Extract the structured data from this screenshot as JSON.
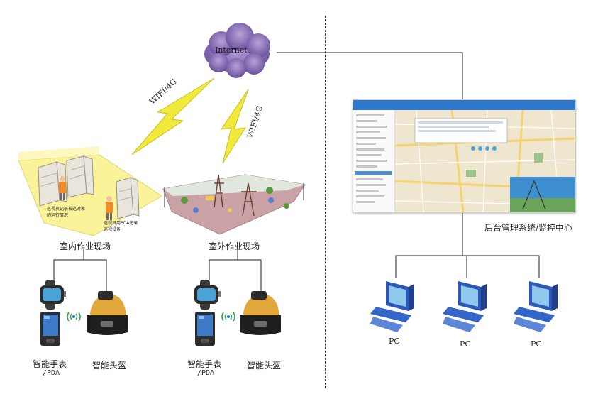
{
  "cloud": {
    "label": "Internet"
  },
  "links": {
    "left_wifi": "WIFI/4G",
    "right_wifi": "WIFI/4G"
  },
  "indoor": {
    "title": "室内作业现场",
    "note1": "巡视员记录被巡对象的运行情况",
    "note2": "巡视员用PDA记录巡视设备"
  },
  "outdoor": {
    "title": "室外作业现场"
  },
  "devices_left": {
    "watch_label": "智能手表",
    "watch_sub": "/PDA",
    "helmet_label": "智能头盔"
  },
  "devices_right": {
    "watch_label": "智能手表",
    "watch_sub": "/PDA",
    "helmet_label": "智能头盔"
  },
  "backend": {
    "label": "后台管理系统/监控中心"
  },
  "pcs": [
    "PC",
    "PC",
    "PC"
  ],
  "colors": {
    "cloud": "#7b5fa8",
    "bolt": "#f2ea3a",
    "indoor_floor": "#fbf39a",
    "outdoor_floor": "#caa2a6",
    "app_bar": "#2c77c9"
  }
}
